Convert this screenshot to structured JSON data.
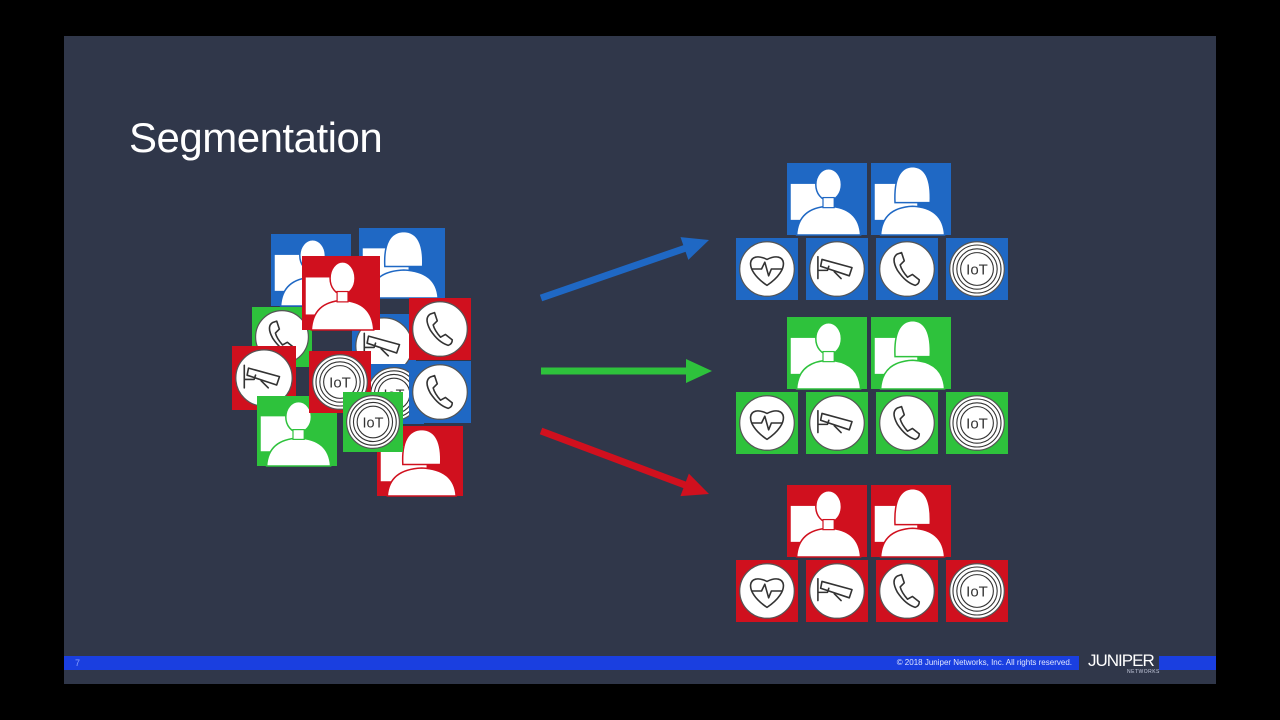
{
  "slide": {
    "title": "Segmentation",
    "page_number": "7",
    "copyright": "© 2018 Juniper Networks, Inc. All rights reserved.",
    "logo_text": "JUNIPER",
    "logo_subtext": "NETWORKS",
    "iot_label": "IoT"
  },
  "colors": {
    "background": "#30374a",
    "blue": "#1f68c4",
    "green": "#2ec23c",
    "red": "#d0101e",
    "footer_bar": "#1a3fe0"
  },
  "diagram": {
    "mixed_cluster_icons": [
      "user-male",
      "user-female",
      "user-male",
      "phone",
      "phone",
      "camera",
      "camera",
      "iot",
      "iot",
      "phone",
      "user-male",
      "iot",
      "user-female"
    ],
    "arrows": [
      "blue",
      "green",
      "red"
    ],
    "segments": [
      {
        "color": "blue",
        "users": [
          "user-male",
          "user-female"
        ],
        "devices": [
          "heart-monitor",
          "camera",
          "phone",
          "iot"
        ]
      },
      {
        "color": "green",
        "users": [
          "user-male",
          "user-female"
        ],
        "devices": [
          "heart-monitor",
          "camera",
          "phone",
          "iot"
        ]
      },
      {
        "color": "red",
        "users": [
          "user-male",
          "user-female"
        ],
        "devices": [
          "heart-monitor",
          "camera",
          "phone",
          "iot"
        ]
      }
    ]
  }
}
